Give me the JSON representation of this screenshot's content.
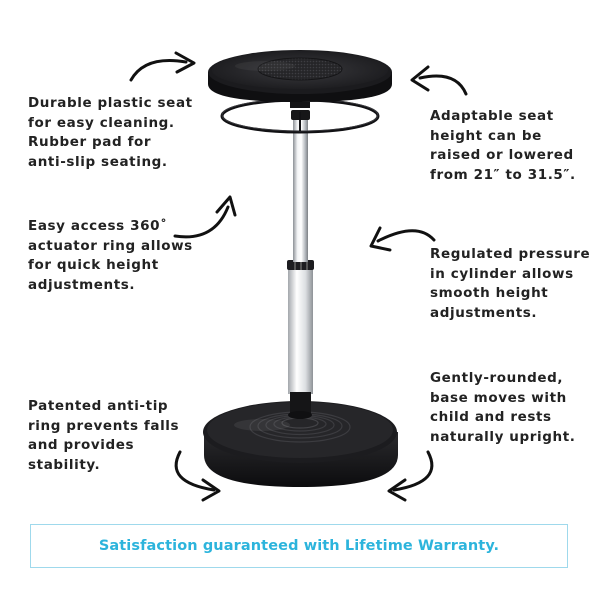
{
  "callouts": {
    "seat": "Durable plastic seat\nfor easy cleaning.\nRubber pad for\nanti-slip seating.",
    "ring": "Easy access 360˚\nactuator ring allows\nfor quick height\nadjustments.",
    "antitip": "Patented anti-tip\nring prevents falls\nand provides\nstability.",
    "height": "Adaptable seat\nheight can be\nraised or lowered\nfrom 21″ to 31.5″.",
    "pressure": "Regulated pressure\nin cylinder allows\nsmooth height\nadjustments.",
    "base": "Gently-rounded,\nbase moves with\nchild and rests\nnaturally upright."
  },
  "banner": {
    "text": "Satisfaction guaranteed with Lifetime Warranty."
  },
  "colors": {
    "banner_text": "#2cb4dc",
    "banner_border": "#9fd9ec",
    "seat": "#1a1a1c",
    "chrome": "#cfd2d6"
  },
  "icons": [
    "curved-arrow-icon"
  ]
}
